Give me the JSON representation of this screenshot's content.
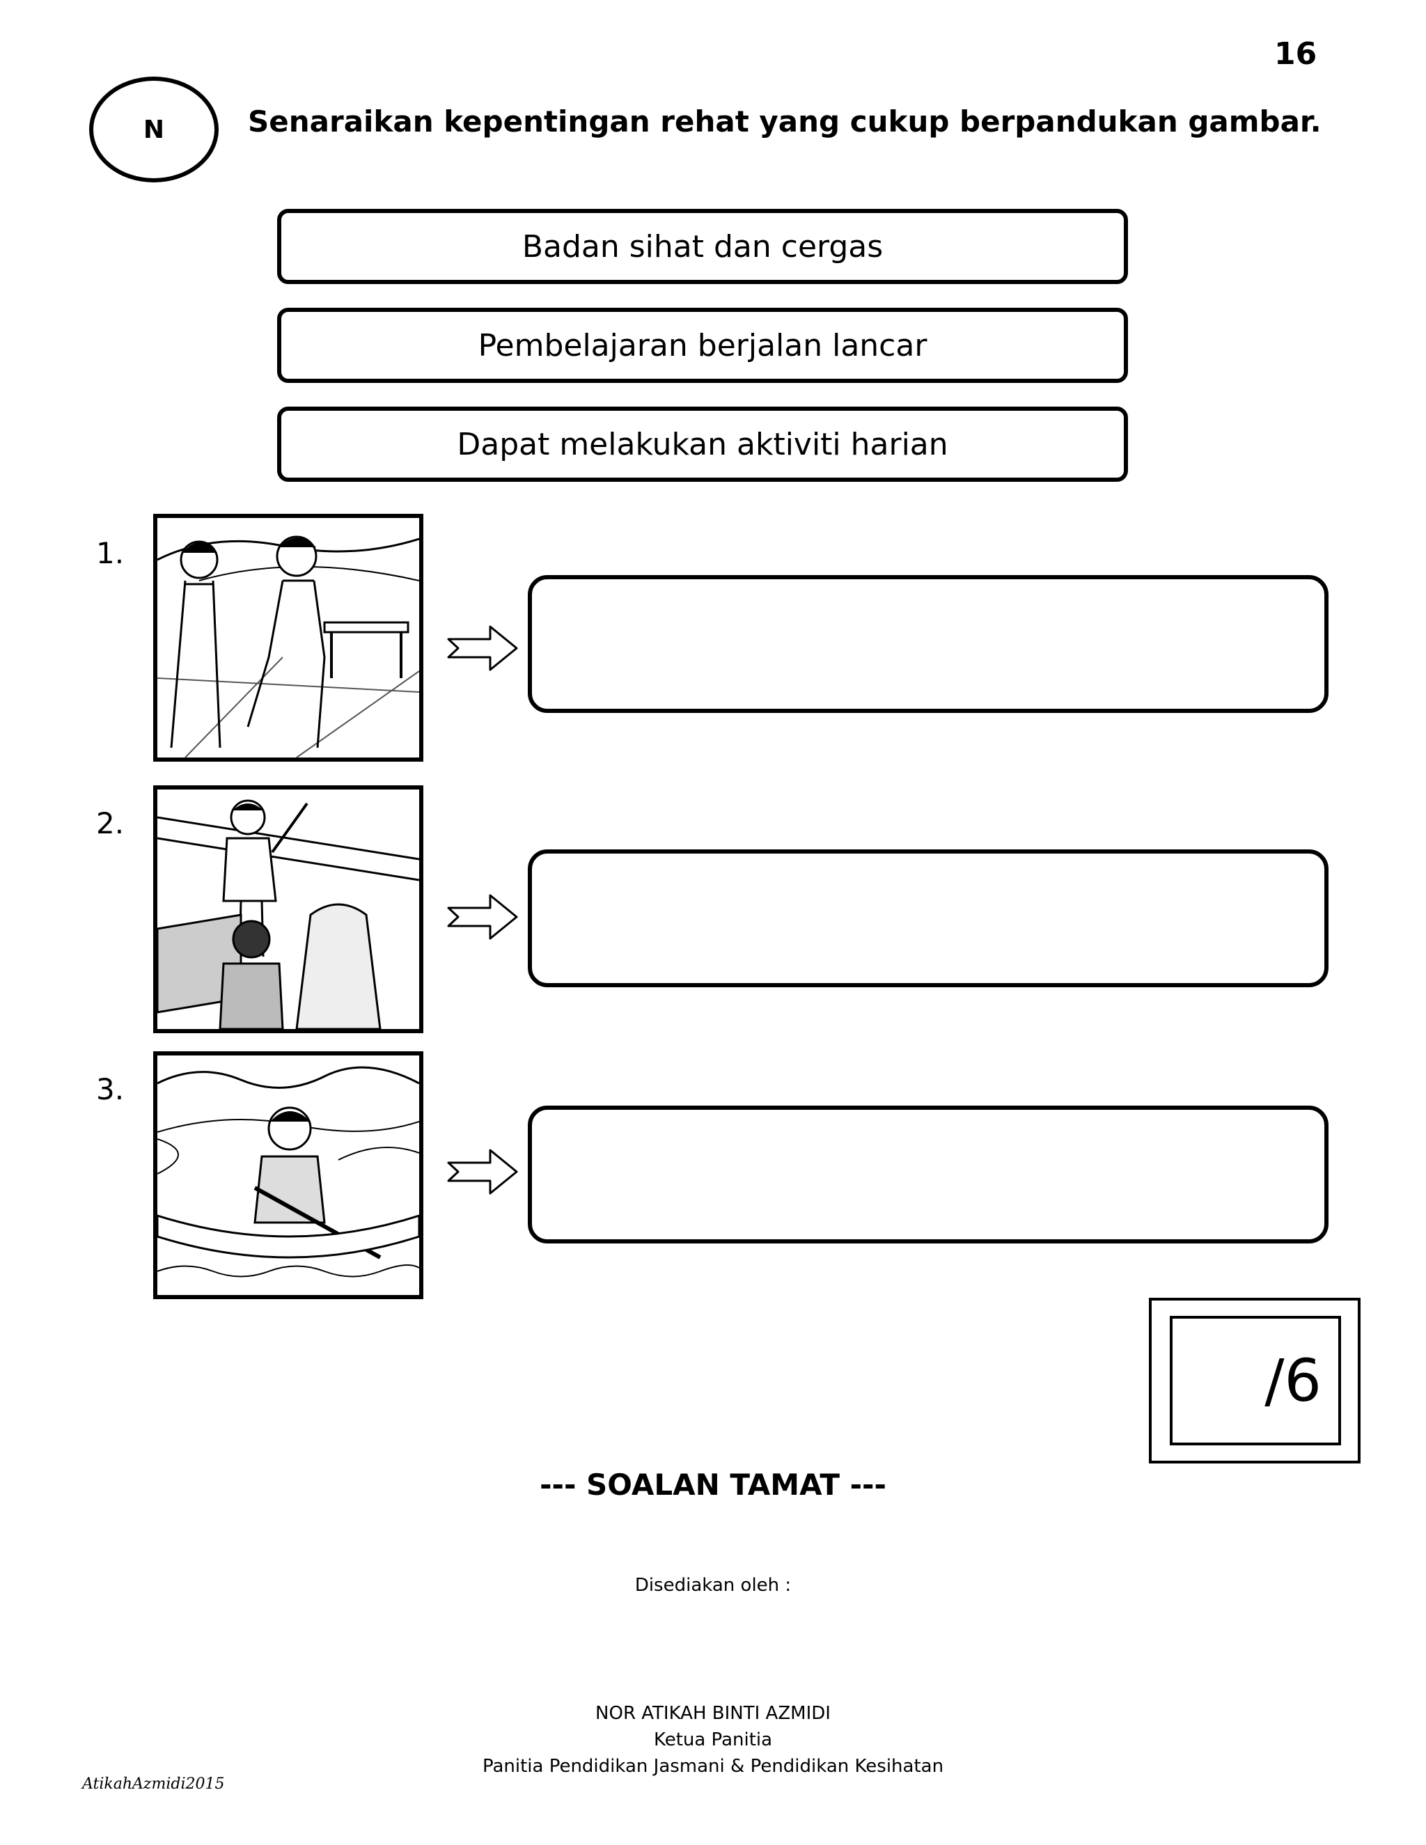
{
  "page_number": "16",
  "section_label": "N",
  "instruction": "Senaraikan kepentingan rehat yang cukup berpandukan gambar.",
  "options": [
    "Badan sihat dan cergas",
    "Pembelajaran berjalan lancar",
    "Dapat melakukan aktiviti harian"
  ],
  "questions": [
    {
      "number": "1.",
      "picture": "boys-playing-in-park-illustration",
      "answer": ""
    },
    {
      "number": "2.",
      "picture": "teacher-and-students-in-classroom-illustration",
      "answer": ""
    },
    {
      "number": "3.",
      "picture": "boy-rowing-boat-on-river-illustration",
      "answer": ""
    }
  ],
  "icons": {
    "arrow": "outline-right-arrow-icon"
  },
  "score": "/6",
  "end_text": "--- SOALAN TAMAT ---",
  "footer": {
    "prepared_by_label": "Disediakan oleh :",
    "name": "NOR ATIKAH BINTI AZMIDI",
    "role": "Ketua Panitia",
    "committee": "Panitia Pendidikan Jasmani & Pendidikan Kesihatan"
  },
  "watermark": "AtikahAzmidi2015"
}
